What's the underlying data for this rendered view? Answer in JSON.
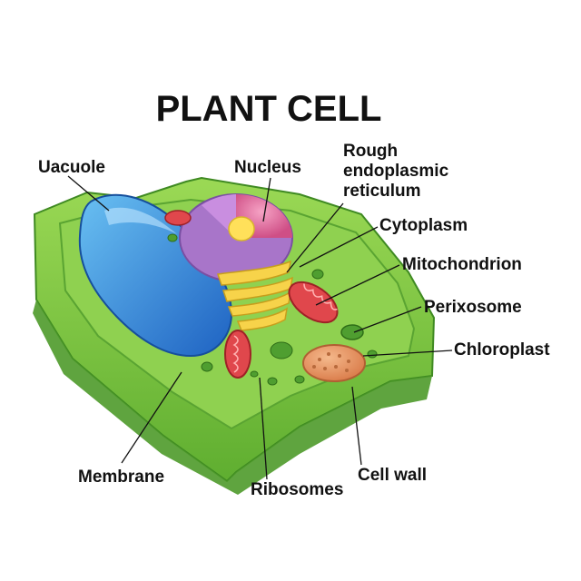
{
  "title": "PLANT CELL",
  "labels": {
    "vacuole": "Uacuole",
    "nucleus": "Nucleus",
    "rer_line1": "Rough",
    "rer_line2": "endoplasmic",
    "rer_line3": "reticulum",
    "cytoplasm": "Cytoplasm",
    "mitochondrion": "Mitochondrion",
    "peroxisome": "Perixosome",
    "chloroplast": "Chloroplast",
    "membrane": "Membrane",
    "ribosomes": "Ribosomes",
    "cell_wall": "Cell wall"
  },
  "colors": {
    "cell_wall": "#7cc242",
    "cell_wall_dark": "#4e9a2a",
    "cytoplasm": "#8fd150",
    "vacuole": "#2f7fd6",
    "vacuole_light": "#5fb3f0",
    "nucleus": "#e56a9e",
    "nucleus_shell": "#a875c9",
    "nucleolus": "#ffe05a",
    "er": "#f7d34a",
    "mitochondrion": "#e0474c",
    "chloroplast": "#e9996a"
  }
}
